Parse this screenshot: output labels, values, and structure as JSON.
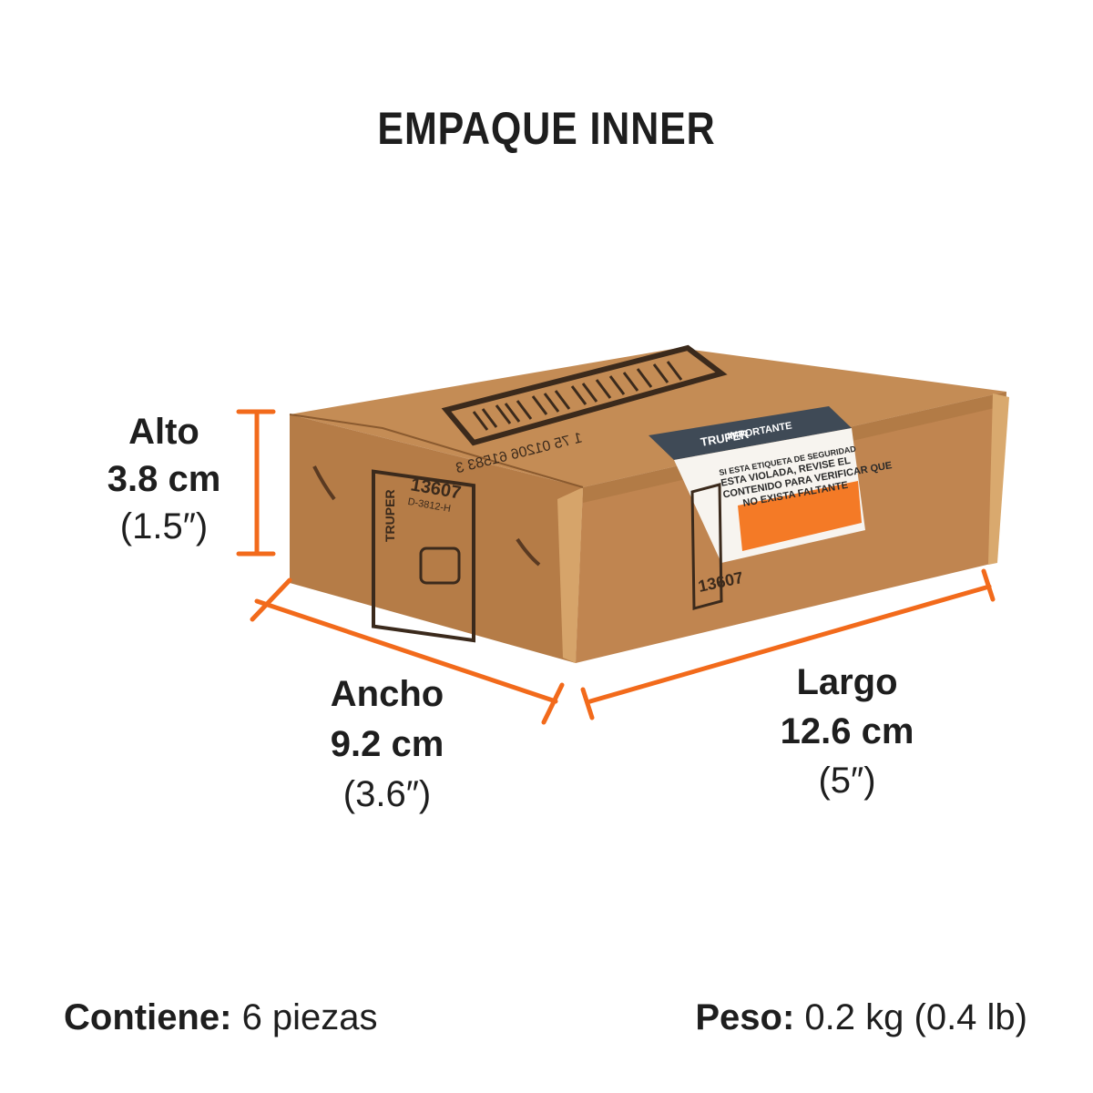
{
  "title": "EMPAQUE INNER",
  "colors": {
    "accent": "#f26a1b",
    "cardboard_light": "#c9925a",
    "cardboard_mid": "#b07a45",
    "cardboard_dark": "#9b6a3a",
    "ink": "#3b2a1c"
  },
  "dimensions": {
    "alto": {
      "label": "Alto",
      "value": "3.8 cm",
      "imperial": "(1.5″)"
    },
    "ancho": {
      "label": "Ancho",
      "value": "9.2 cm",
      "imperial": "(3.6″)"
    },
    "largo": {
      "label": "Largo",
      "value": "12.6 cm",
      "imperial": "(5″)"
    }
  },
  "box": {
    "brand": "TRUPER",
    "code": "13607",
    "model": "D-3812-H",
    "code_front": "13607",
    "barcode_digits": "1 75 01206 61583 3",
    "sticker": {
      "brand": "TRUPER",
      "heading": "IMPORTANTE",
      "line1": "SI ESTA ETIQUETA DE SEGURIDAD",
      "line2": "ESTA VIOLADA, REVISE EL",
      "line3": "CONTENIDO PARA VERIFICAR QUE",
      "line4": "NO EXISTA FALTANTE"
    }
  },
  "footer": {
    "contiene_label": "Contiene:",
    "contiene_value": "6 piezas",
    "peso_label": "Peso:",
    "peso_value": "0.2 kg (0.4 lb)"
  }
}
